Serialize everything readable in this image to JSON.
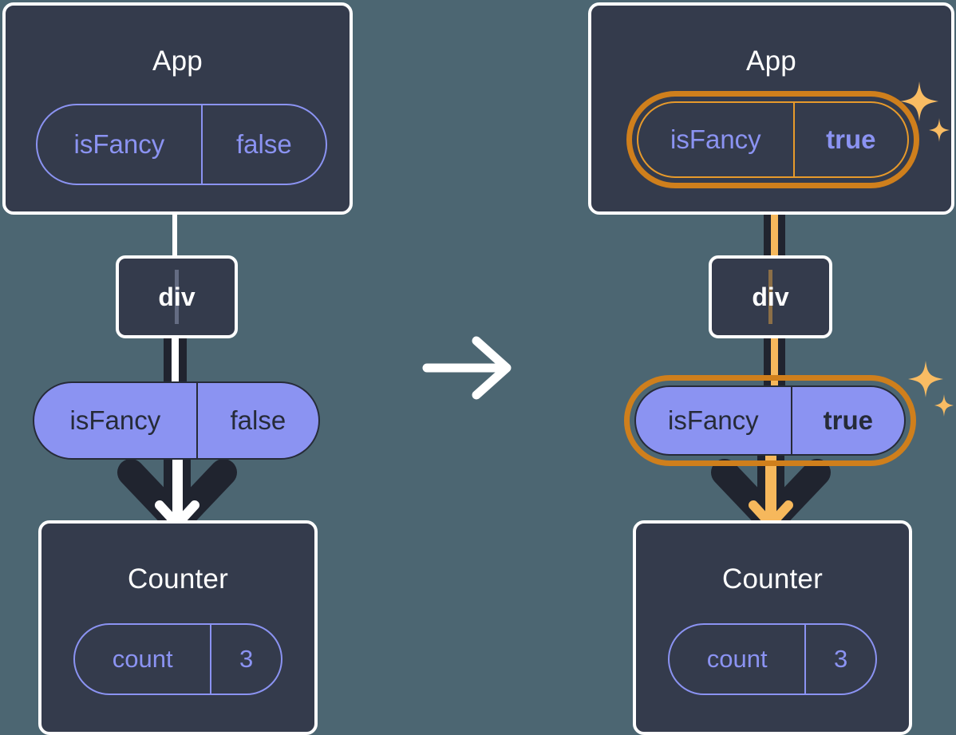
{
  "diagram": {
    "title": "React state update propagation: isFancy false to true",
    "type": "component-tree-before-after",
    "background_color": "#4c6672",
    "box_fill": "#343b4c",
    "box_stroke": "#ffffff",
    "pill_purple": "#8b93f2",
    "pill_filled_fill": "#8b93f2",
    "pill_filled_text": "#262b38",
    "highlight_outer": "#cf7f1c",
    "highlight_inner": "#f6b85c",
    "line_dark": "#20242f",
    "line_white": "#ffffff",
    "line_orange": "#f6b85c",
    "sparkle_color": "#f9bc63"
  },
  "before": {
    "app": {
      "label": "App",
      "state_pill": {
        "name": "isFancy",
        "value": "false",
        "highlighted": false,
        "bold_value": false,
        "style": "outline"
      }
    },
    "div": {
      "label": "div"
    },
    "prop_pill": {
      "name": "isFancy",
      "value": "false",
      "highlighted": false,
      "bold_value": false,
      "style": "filled"
    },
    "counter": {
      "label": "Counter",
      "state_pill": {
        "name": "count",
        "value": "3",
        "highlighted": false,
        "bold_value": false,
        "style": "outline"
      }
    }
  },
  "transition": {
    "icon": "right-arrow-icon"
  },
  "after": {
    "app": {
      "label": "App",
      "state_pill": {
        "name": "isFancy",
        "value": "true",
        "highlighted": true,
        "bold_value": true,
        "style": "outline"
      },
      "sparkle": "sparkles-icon"
    },
    "div": {
      "label": "div"
    },
    "prop_pill": {
      "name": "isFancy",
      "value": "true",
      "highlighted": true,
      "bold_value": true,
      "style": "filled",
      "sparkle": "sparkles-icon"
    },
    "counter": {
      "label": "Counter",
      "state_pill": {
        "name": "count",
        "value": "3",
        "highlighted": false,
        "bold_value": false,
        "style": "outline"
      }
    }
  }
}
